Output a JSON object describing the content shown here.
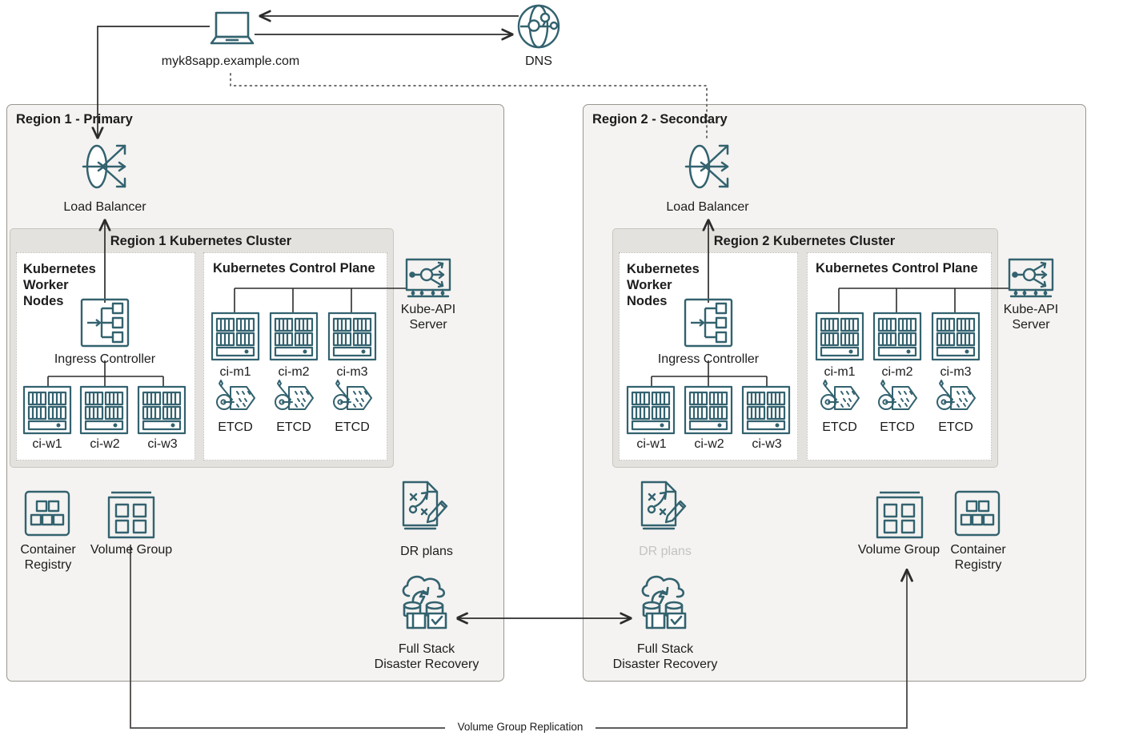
{
  "diagram": {
    "title": "Kubernetes multi-region disaster recovery architecture",
    "colors": {
      "teal": "#33626f",
      "dimmed": "#c8c8c8",
      "line": "#3c3c3c",
      "region_bg": "#f4f3f1",
      "cluster_bg": "#e4e2de",
      "inner_bg": "#ffffff"
    }
  },
  "top": {
    "client_label": "myk8sapp.example.com",
    "dns_label": "DNS",
    "client_icon": "laptop-icon",
    "dns_icon": "globe-icon"
  },
  "regions": [
    {
      "id": "region1",
      "title": "Region 1 -\nPrimary",
      "load_balancer": {
        "label": "Load Balancer",
        "icon": "load-balancer-icon"
      },
      "cluster": {
        "title": "Region 1 Kubernetes Cluster",
        "worker_panel": {
          "title": "Kubernetes\nWorker\nNodes",
          "ingress": {
            "label": "Ingress Controller",
            "icon": "ingress-controller-icon"
          },
          "nodes": [
            "ci-w1",
            "ci-w2",
            "ci-w3"
          ]
        },
        "control_panel": {
          "title": "Kubernetes Control Plane",
          "nodes": [
            "ci-m1",
            "ci-m2",
            "ci-m3"
          ],
          "etcd_labels": [
            "ETCD",
            "ETCD",
            "ETCD"
          ]
        }
      },
      "kube_api": {
        "label": "Kube-API\nServer",
        "icon": "kube-api-server-icon"
      },
      "services": [
        {
          "name": "container-registry",
          "label": "Container\nRegistry",
          "icon": "container-registry-icon",
          "dimmed": false
        },
        {
          "name": "volume-group",
          "label": "Volume Group",
          "icon": "volume-group-icon",
          "dimmed": false
        },
        {
          "name": "dr-plans",
          "label": "DR plans",
          "icon": "dr-plans-icon",
          "dimmed": false
        },
        {
          "name": "full-stack-dr",
          "label": "Full Stack\nDisaster Recovery",
          "icon": "full-stack-dr-icon",
          "dimmed": false
        }
      ]
    },
    {
      "id": "region2",
      "title": "Region 2 -\nSecondary",
      "load_balancer": {
        "label": "Load Balancer",
        "icon": "load-balancer-icon"
      },
      "cluster": {
        "title": "Region 2 Kubernetes Cluster",
        "worker_panel": {
          "title": "Kubernetes\nWorker\nNodes",
          "ingress": {
            "label": "Ingress Controller",
            "icon": "ingress-controller-icon"
          },
          "nodes": [
            "ci-w1",
            "ci-w2",
            "ci-w3"
          ]
        },
        "control_panel": {
          "title": "Kubernetes Control Plane",
          "nodes": [
            "ci-m1",
            "ci-m2",
            "ci-m3"
          ],
          "etcd_labels": [
            "ETCD",
            "ETCD",
            "ETCD"
          ]
        }
      },
      "kube_api": {
        "label": "Kube-API\nServer",
        "icon": "kube-api-server-icon"
      },
      "services": [
        {
          "name": "dr-plans",
          "label": "DR plans",
          "icon": "dr-plans-icon",
          "dimmed": true
        },
        {
          "name": "full-stack-dr",
          "label": "Full Stack\nDisaster Recovery",
          "icon": "full-stack-dr-icon",
          "dimmed": false
        },
        {
          "name": "volume-group",
          "label": "Volume Group",
          "icon": "volume-group-icon",
          "dimmed": true
        },
        {
          "name": "container-registry",
          "label": "Container\nRegistry",
          "icon": "container-registry-icon",
          "dimmed": false
        }
      ]
    }
  ],
  "connections": {
    "volume_group_replication": "Volume Group Replication"
  }
}
